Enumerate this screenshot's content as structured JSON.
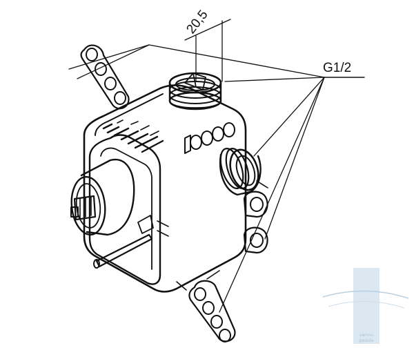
{
  "dimension": {
    "value": "20,5"
  },
  "thread": {
    "label": "G1/2"
  },
  "watermark": {
    "line1": "vennu",
    "line2": "pesule"
  },
  "colors": {
    "line": "#111111",
    "watermark": "#a9c3d6",
    "watermark_bar": "#dbe8f2"
  }
}
